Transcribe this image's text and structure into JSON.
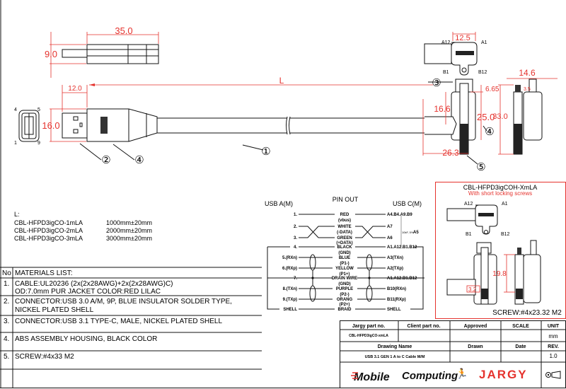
{
  "drawing": {
    "top_view": {
      "length_dim": "35.0",
      "height_dim": "9.0"
    },
    "main_view": {
      "plug_dim": "12.0",
      "height_dim": "16.0",
      "length_label": "L",
      "pin_labels": [
        "4",
        "5",
        "1",
        "9"
      ]
    },
    "balloons": [
      "①",
      "②",
      "③",
      "④",
      "⑤"
    ],
    "typec_end_view": {
      "width_dim": "12.5",
      "pins": [
        "A12",
        "A1",
        "B1",
        "B12"
      ]
    },
    "typec_side_view": {
      "dims": [
        "6.65",
        "16.6",
        "25.0",
        "26.3"
      ]
    },
    "typec_front_view": {
      "dims": [
        "14.6",
        "33.0",
        "3.5"
      ]
    }
  },
  "length_list": {
    "title": "L:",
    "items": [
      {
        "part": "CBL-HFPD3igCO-1mLA",
        "length": "1000mm±20mm"
      },
      {
        "part": "CBL-HFPD3igCO-2mLA",
        "length": "2000mm±20mm"
      },
      {
        "part": "CBL-HFPD3igCO-3mLA",
        "length": "3000mm±20mm"
      }
    ]
  },
  "materials": {
    "no_header": "No",
    "header": "MATERIALS LIST:",
    "rows": [
      {
        "no": "1.",
        "line1": "CABLE:UL20236 (2x(2x28AWG)+2x(2x28AWG)C)",
        "line2": "OD:7.0mm  PUR JACKET COLOR:RED LILAC"
      },
      {
        "no": "2.",
        "line1": "CONNECTOR:USB 3.0 A/M, 9P, BLUE INSULATOR SOLDER TYPE,",
        "line2": "NICKEL PLATED SHELL"
      },
      {
        "no": "3.",
        "line1": "CONNECTOR:USB 3.1 TYPE-C, MALE, NICKEL PLATED SHELL",
        "line2": ""
      },
      {
        "no": "4.",
        "line1": "ABS ASSEMBLY HOUSING, BLACK COLOR",
        "line2": ""
      },
      {
        "no": "5.",
        "line1": "SCREW:#4x33 M2",
        "line2": ""
      }
    ]
  },
  "pinout": {
    "title": "PIN OUT",
    "left_header": "USB A(M)",
    "right_header": "USB C(M)",
    "resistor_note": "10kF, 5%",
    "resistor_pin": "A5",
    "rows": [
      {
        "a": "1.",
        "wire": "RED",
        "sub": "(vbus)",
        "c": "A4.B4.A9.B9"
      },
      {
        "a": "2.",
        "wire": "WHITE",
        "sub": "(-DATA)",
        "c": "A7"
      },
      {
        "a": "3.",
        "wire": "GREEN",
        "sub": "(+DATA)",
        "c": "A6"
      },
      {
        "a": "4.",
        "wire": "BLACK",
        "sub": "(GND)",
        "c": "A1.A12.B1.B12"
      },
      {
        "a": "5.(RXn)",
        "wire": "BLUE",
        "sub": "(P1-)",
        "c": "A3(TXn)"
      },
      {
        "a": "6.(RXp)",
        "wire": "YELLOW",
        "sub": "(P1+)",
        "c": "A2(TXp)"
      },
      {
        "a": "7.",
        "wire": "DRAIN WIRE",
        "sub": "(GND)",
        "c": "A1.A12.B1.B12"
      },
      {
        "a": "8.(TXn)",
        "wire": "PURPLE",
        "sub": "(P2-)",
        "c": "B10(RXn)"
      },
      {
        "a": "9.(TXp)",
        "wire": "ORANG",
        "sub": "(P2+)",
        "c": "B11(RXp)"
      },
      {
        "a": "SHELL",
        "wire": "BRAID",
        "sub": "",
        "c": "SHELL"
      }
    ]
  },
  "variant_box": {
    "title": "CBL-HFPD3igCOH-XmLA",
    "subtitle": "With short locking screws",
    "pins": [
      "A12",
      "A1",
      "B1",
      "B12"
    ],
    "dims": [
      "19.8",
      "3.2"
    ],
    "screw_note": "SCREW:#4x23.32 M2"
  },
  "title_block": {
    "headers": [
      "Jargy part no.",
      "Client part no.",
      "Approved",
      "SCALE",
      "UNIT"
    ],
    "values": [
      "CBL-HFPD3igCO-xmLA",
      "",
      "",
      "",
      "mm"
    ],
    "headers2": [
      "Drawing Name",
      "Drawn",
      "Date",
      "REV."
    ],
    "values2": [
      "USB 3.1 GEN 1 A to C Cable M/M",
      "",
      "",
      "1.0"
    ],
    "logo_mobile": "Mobile",
    "logo_computing": "Computing",
    "logo_jargy": "JARGY"
  },
  "colors": {
    "dimension": "#e5322d",
    "line": "#111111"
  }
}
